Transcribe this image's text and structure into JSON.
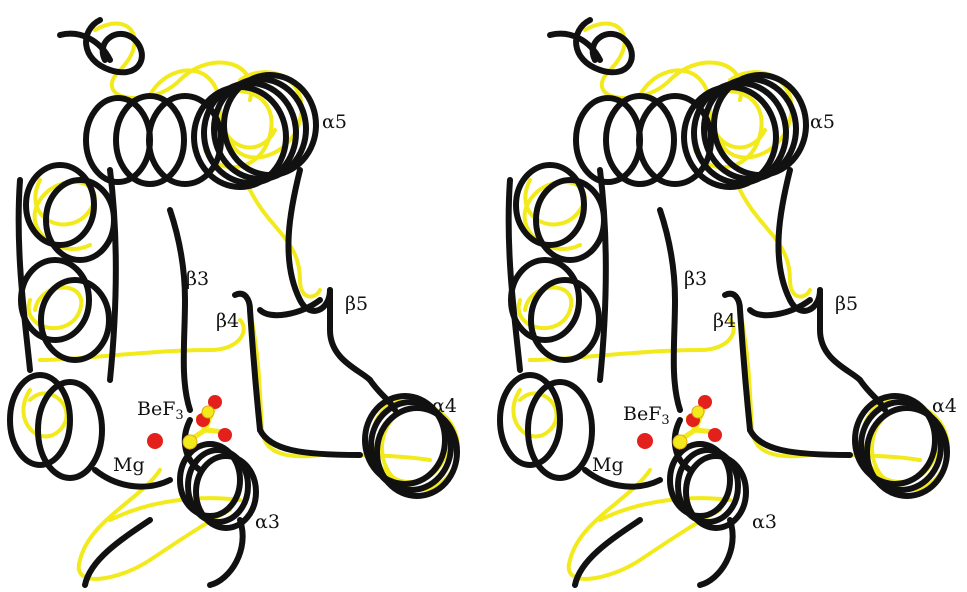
{
  "figure": {
    "panels": [
      {
        "id": "left",
        "labels": {
          "alpha5": "α5",
          "beta3": "β3",
          "beta4": "β4",
          "beta5": "β5",
          "alpha4": "α4",
          "befx_main": "BeF",
          "befx_sub": "3",
          "mg": "Mg",
          "alpha3": "α3"
        }
      },
      {
        "id": "right",
        "labels": {
          "alpha5": "α5",
          "beta3": "β3",
          "beta4": "β4",
          "beta5": "β5",
          "alpha4": "α4",
          "befx_main": "BeF",
          "befx_sub": "3",
          "mg": "Mg",
          "alpha3": "α3"
        }
      }
    ],
    "colors": {
      "structure_a": "#111111",
      "structure_b": "#f2ea1a",
      "ion": "#e3201b",
      "ligand_core": "#f2ea1a"
    }
  }
}
